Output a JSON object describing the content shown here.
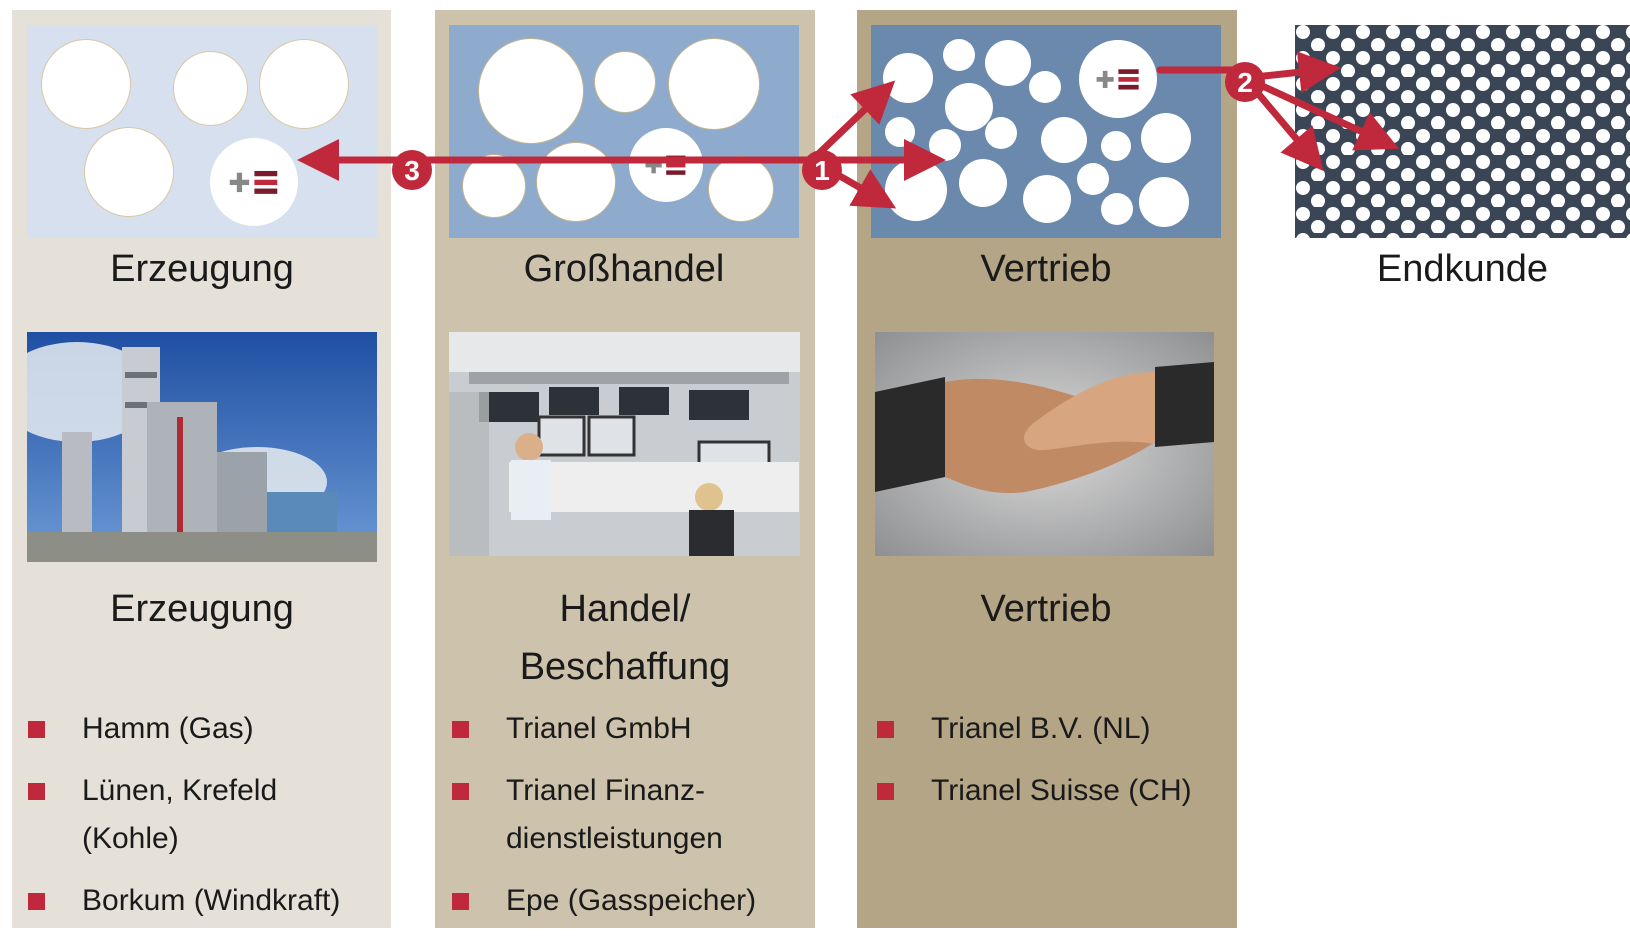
{
  "brand_colors": {
    "accent_red": "#c0283b",
    "dark_red": "#7a1a2b",
    "logo_gray": "#888888"
  },
  "stages": [
    {
      "label": "Erzeugung"
    },
    {
      "label": "Großhandel"
    },
    {
      "label": "Vertrieb"
    },
    {
      "label": "Endkunde"
    }
  ],
  "columns": [
    {
      "title": "Erzeugung",
      "photo": "power-plant",
      "items": [
        {
          "text": "Hamm (Gas)"
        },
        {
          "text": "Lünen, Krefeld (Kohle)"
        },
        {
          "text": "Borkum (Windkraft)"
        }
      ]
    },
    {
      "title": "Handel/ Beschaffung",
      "photo": "trading-floor",
      "items": [
        {
          "text": "Trianel GmbH"
        },
        {
          "text": "Trianel Finanz-dienstleistungen"
        },
        {
          "text": "Epe (Gasspeicher)"
        }
      ]
    },
    {
      "title": "Vertrieb",
      "photo": "handshake",
      "items": [
        {
          "text": "Trianel B.V. (NL)"
        },
        {
          "text": "Trianel Suisse (CH)"
        }
      ]
    }
  ],
  "flow_markers": [
    {
      "number": "1"
    },
    {
      "number": "2"
    },
    {
      "number": "3"
    }
  ],
  "logo_icon": "trianel-plus-e-logo"
}
